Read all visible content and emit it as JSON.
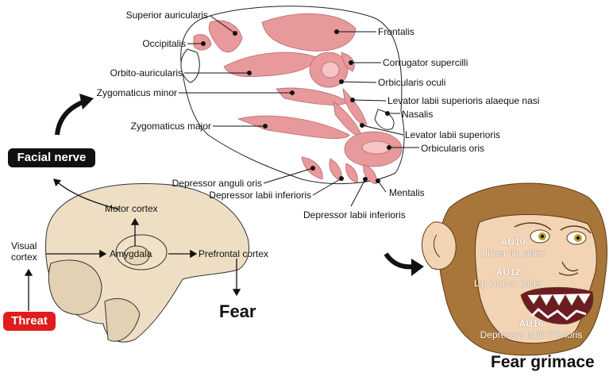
{
  "muscles": {
    "superior_auricularis": "Superior auricularis",
    "occipitalis": "Occipitalis",
    "orbito_auricularis": "Orbito-auricularis",
    "zygomaticus_minor": "Zygomaticus minor",
    "zygomaticus_major": "Zygomaticus major",
    "depressor_anguli_oris": "Depressor anguli oris",
    "depressor_labii_inferioris_1": "Depressor labii inferioris",
    "depressor_labii_inferioris_2": "Depressor labii inferioris",
    "mentalis": "Mentalis",
    "orbicularis_oris": "Orbicularis oris",
    "levator_labii_superioris": "Levator labii superioris",
    "nasalis": "Nasalis",
    "levator_labii_alaeque": "Levator labii superioris alaeque nasi",
    "orbicularis_oculi": "Orbicularis oculi",
    "corrugator_supercilli": "Corrugator supercilli",
    "frontalis": "Frontalis"
  },
  "brain": {
    "facial_nerve": "Facial nerve",
    "motor_cortex": "Motor cortex",
    "visual_cortex": "Visual\ncortex",
    "amygdala": "Amygdala",
    "prefrontal_cortex": "Prefrontal cortex",
    "threat": "Threat",
    "fear": "Fear"
  },
  "grimace": {
    "au10_code": "AU10",
    "au10_name": "Upper lip raiser",
    "au12_code": "AU12",
    "au12_name": "Lip corner puller",
    "au16_code": "AU16",
    "au16_name": "Depressor labii inferioris",
    "title": "Fear grimace"
  },
  "colors": {
    "muscle": "#e8999b",
    "skin": "#f2d3b4",
    "fur": "#a8763a",
    "brain": "#eedfc4",
    "facial_nerve_box": "#111111",
    "threat_box": "#e01c1c"
  }
}
